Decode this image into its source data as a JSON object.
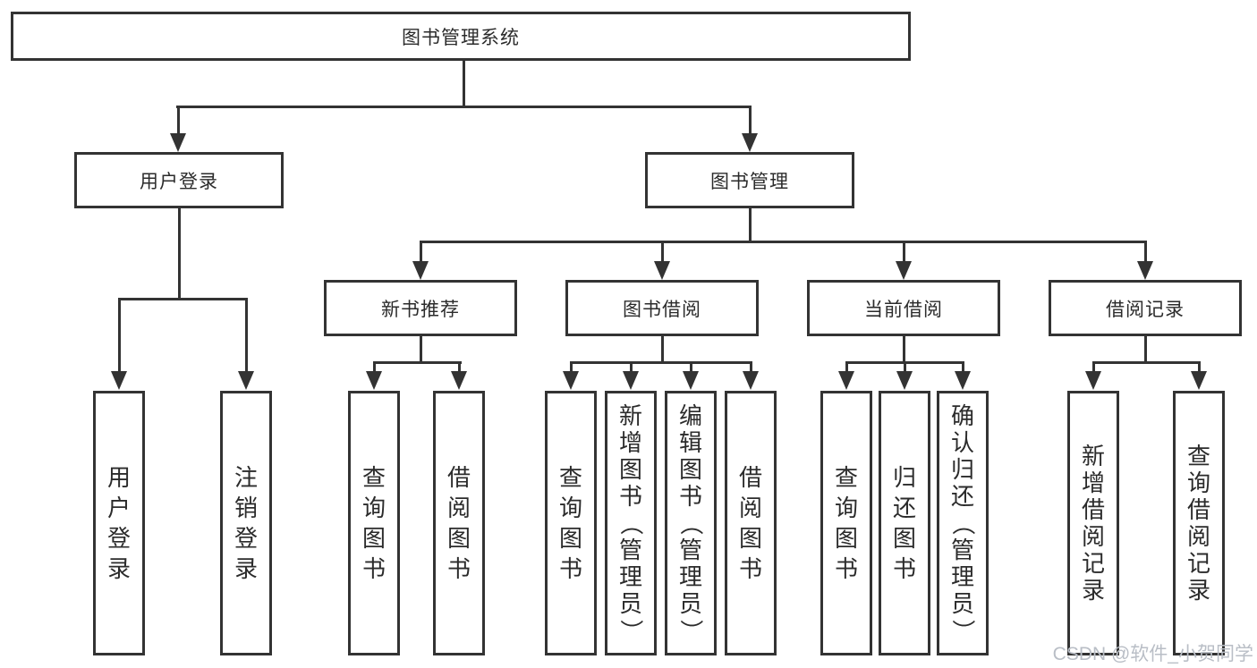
{
  "diagram": {
    "root": {
      "label": "图书管理系统"
    },
    "branches": [
      {
        "label": "用户登录",
        "children": [
          {
            "label": "用户登录"
          },
          {
            "label": "注销登录"
          }
        ]
      },
      {
        "label": "图书管理",
        "children": [
          {
            "label": "新书推荐",
            "children": [
              {
                "label": "查询图书"
              },
              {
                "label": "借阅图书"
              }
            ]
          },
          {
            "label": "图书借阅",
            "children": [
              {
                "label": "查询图书"
              },
              {
                "label": "新增图书（管理员）"
              },
              {
                "label": "编辑图书（管理员）"
              },
              {
                "label": "借阅图书"
              }
            ]
          },
          {
            "label": "当前借阅",
            "children": [
              {
                "label": "查询图书"
              },
              {
                "label": "归还图书"
              },
              {
                "label": "确认归还（管理员）"
              }
            ]
          },
          {
            "label": "借阅记录",
            "children": [
              {
                "label": "新增借阅记录"
              },
              {
                "label": "查询借阅记录"
              }
            ]
          }
        ]
      }
    ]
  },
  "watermark": "CSDN @软件_小贺同学",
  "colors": {
    "line": "#333333",
    "text": "#2b2b2b",
    "background": "#ffffff",
    "watermark": "#b9bec6"
  }
}
